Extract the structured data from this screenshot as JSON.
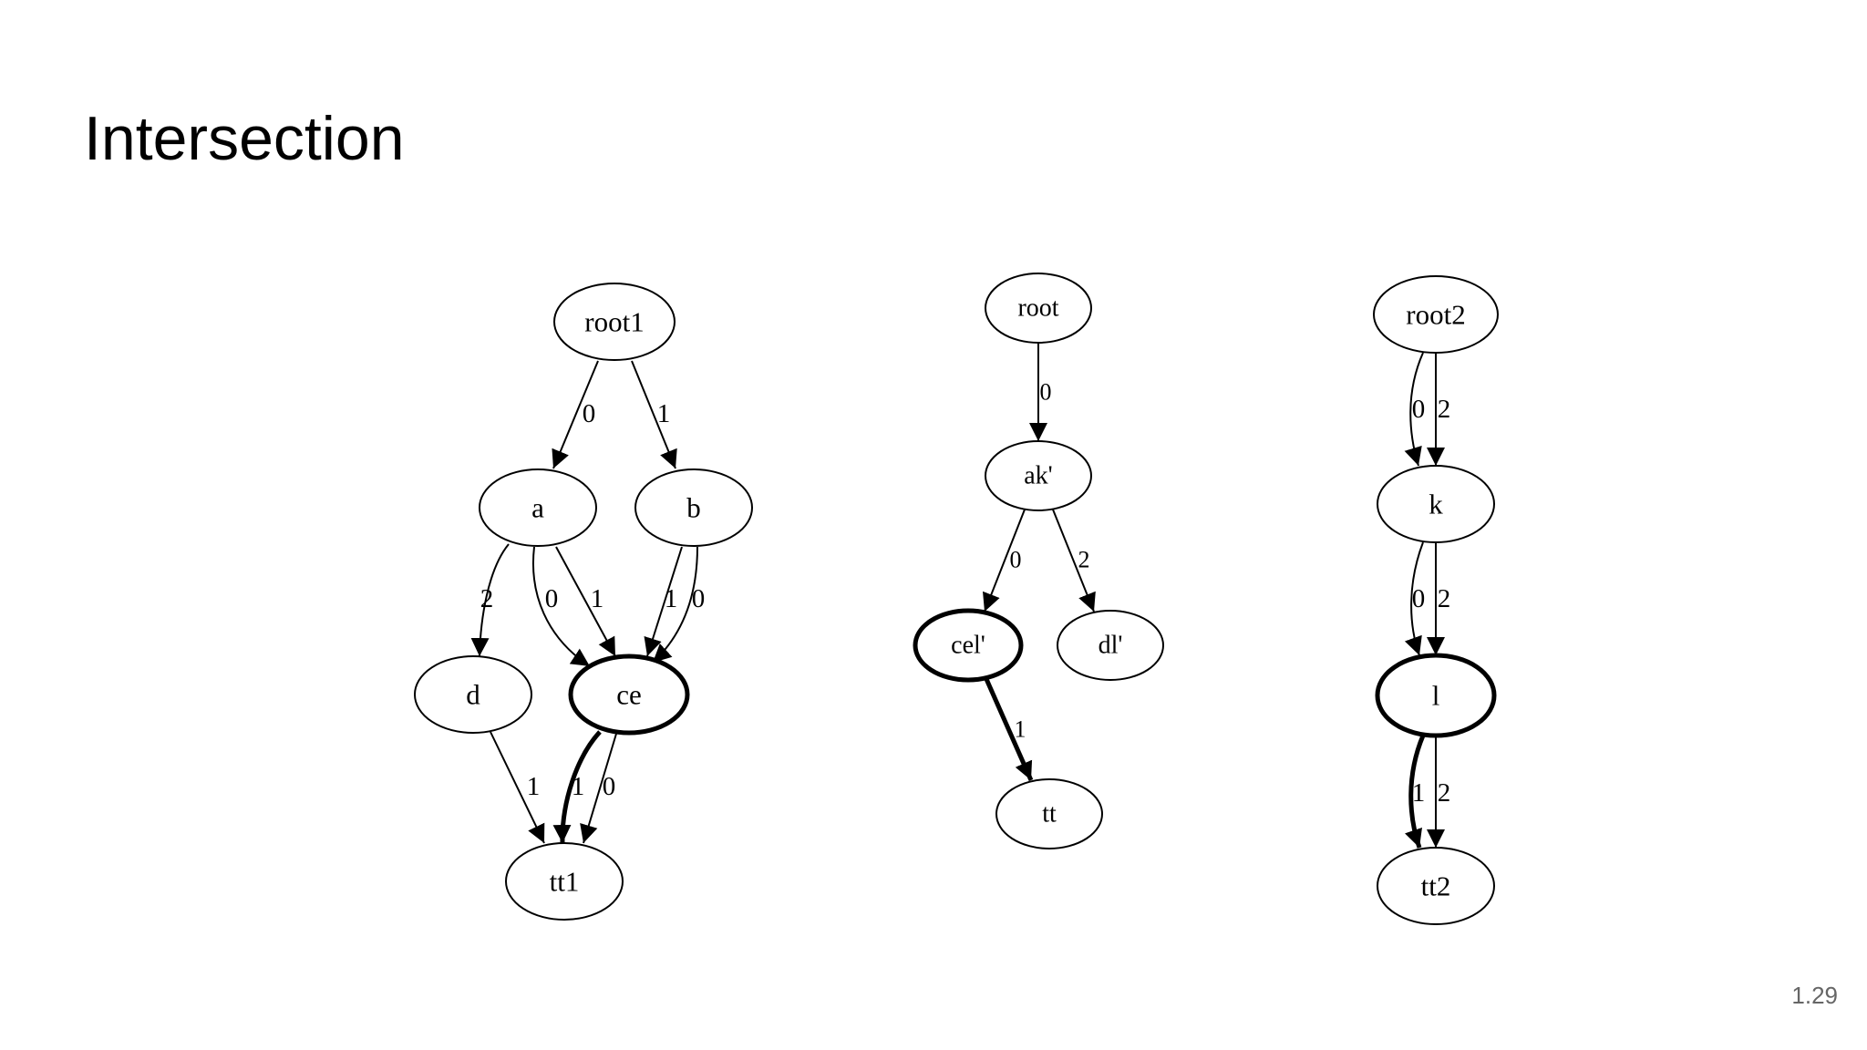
{
  "slide": {
    "title": "Intersection",
    "number": "1.29"
  },
  "colors": {
    "ink": "#000000",
    "background": "#ffffff",
    "page_number": "#666666"
  },
  "graphs": [
    {
      "id": "graph1",
      "nodes": [
        {
          "id": "root1",
          "label": "root1",
          "bold": false
        },
        {
          "id": "a",
          "label": "a",
          "bold": false
        },
        {
          "id": "b",
          "label": "b",
          "bold": false
        },
        {
          "id": "d",
          "label": "d",
          "bold": false
        },
        {
          "id": "ce",
          "label": "ce",
          "bold": true
        },
        {
          "id": "tt1",
          "label": "tt1",
          "bold": false
        }
      ],
      "edges": [
        {
          "from": "root1",
          "to": "a",
          "label": "0",
          "bold": false
        },
        {
          "from": "root1",
          "to": "b",
          "label": "1",
          "bold": false
        },
        {
          "from": "a",
          "to": "d",
          "label": "2",
          "bold": false
        },
        {
          "from": "a",
          "to": "ce",
          "label": "0",
          "bold": false
        },
        {
          "from": "a",
          "to": "ce",
          "label": "1",
          "bold": false
        },
        {
          "from": "b",
          "to": "ce",
          "label": "1",
          "bold": false
        },
        {
          "from": "b",
          "to": "ce",
          "label": "0",
          "bold": false
        },
        {
          "from": "d",
          "to": "tt1",
          "label": "1",
          "bold": false
        },
        {
          "from": "ce",
          "to": "tt1",
          "label": "1",
          "bold": true
        },
        {
          "from": "ce",
          "to": "tt1",
          "label": "0",
          "bold": false
        }
      ]
    },
    {
      "id": "graph-intersection",
      "nodes": [
        {
          "id": "root",
          "label": "root",
          "bold": false
        },
        {
          "id": "ak'",
          "label": "ak'",
          "bold": false
        },
        {
          "id": "cel'",
          "label": "cel'",
          "bold": true
        },
        {
          "id": "dl'",
          "label": "dl'",
          "bold": false
        },
        {
          "id": "tt",
          "label": "tt",
          "bold": false
        }
      ],
      "edges": [
        {
          "from": "root",
          "to": "ak'",
          "label": "0",
          "bold": false
        },
        {
          "from": "ak'",
          "to": "cel'",
          "label": "0",
          "bold": false
        },
        {
          "from": "ak'",
          "to": "dl'",
          "label": "2",
          "bold": false
        },
        {
          "from": "cel'",
          "to": "tt",
          "label": "1",
          "bold": true
        }
      ]
    },
    {
      "id": "graph2",
      "nodes": [
        {
          "id": "root2",
          "label": "root2",
          "bold": false
        },
        {
          "id": "k",
          "label": "k",
          "bold": false
        },
        {
          "id": "l",
          "label": "l",
          "bold": true
        },
        {
          "id": "tt2",
          "label": "tt2",
          "bold": false
        }
      ],
      "edges": [
        {
          "from": "root2",
          "to": "k",
          "label": "0",
          "bold": false
        },
        {
          "from": "root2",
          "to": "k",
          "label": "2",
          "bold": false
        },
        {
          "from": "k",
          "to": "l",
          "label": "0",
          "bold": false
        },
        {
          "from": "k",
          "to": "l",
          "label": "2",
          "bold": false
        },
        {
          "from": "l",
          "to": "tt2",
          "label": "1",
          "bold": true
        },
        {
          "from": "l",
          "to": "tt2",
          "label": "2",
          "bold": false
        }
      ]
    }
  ]
}
